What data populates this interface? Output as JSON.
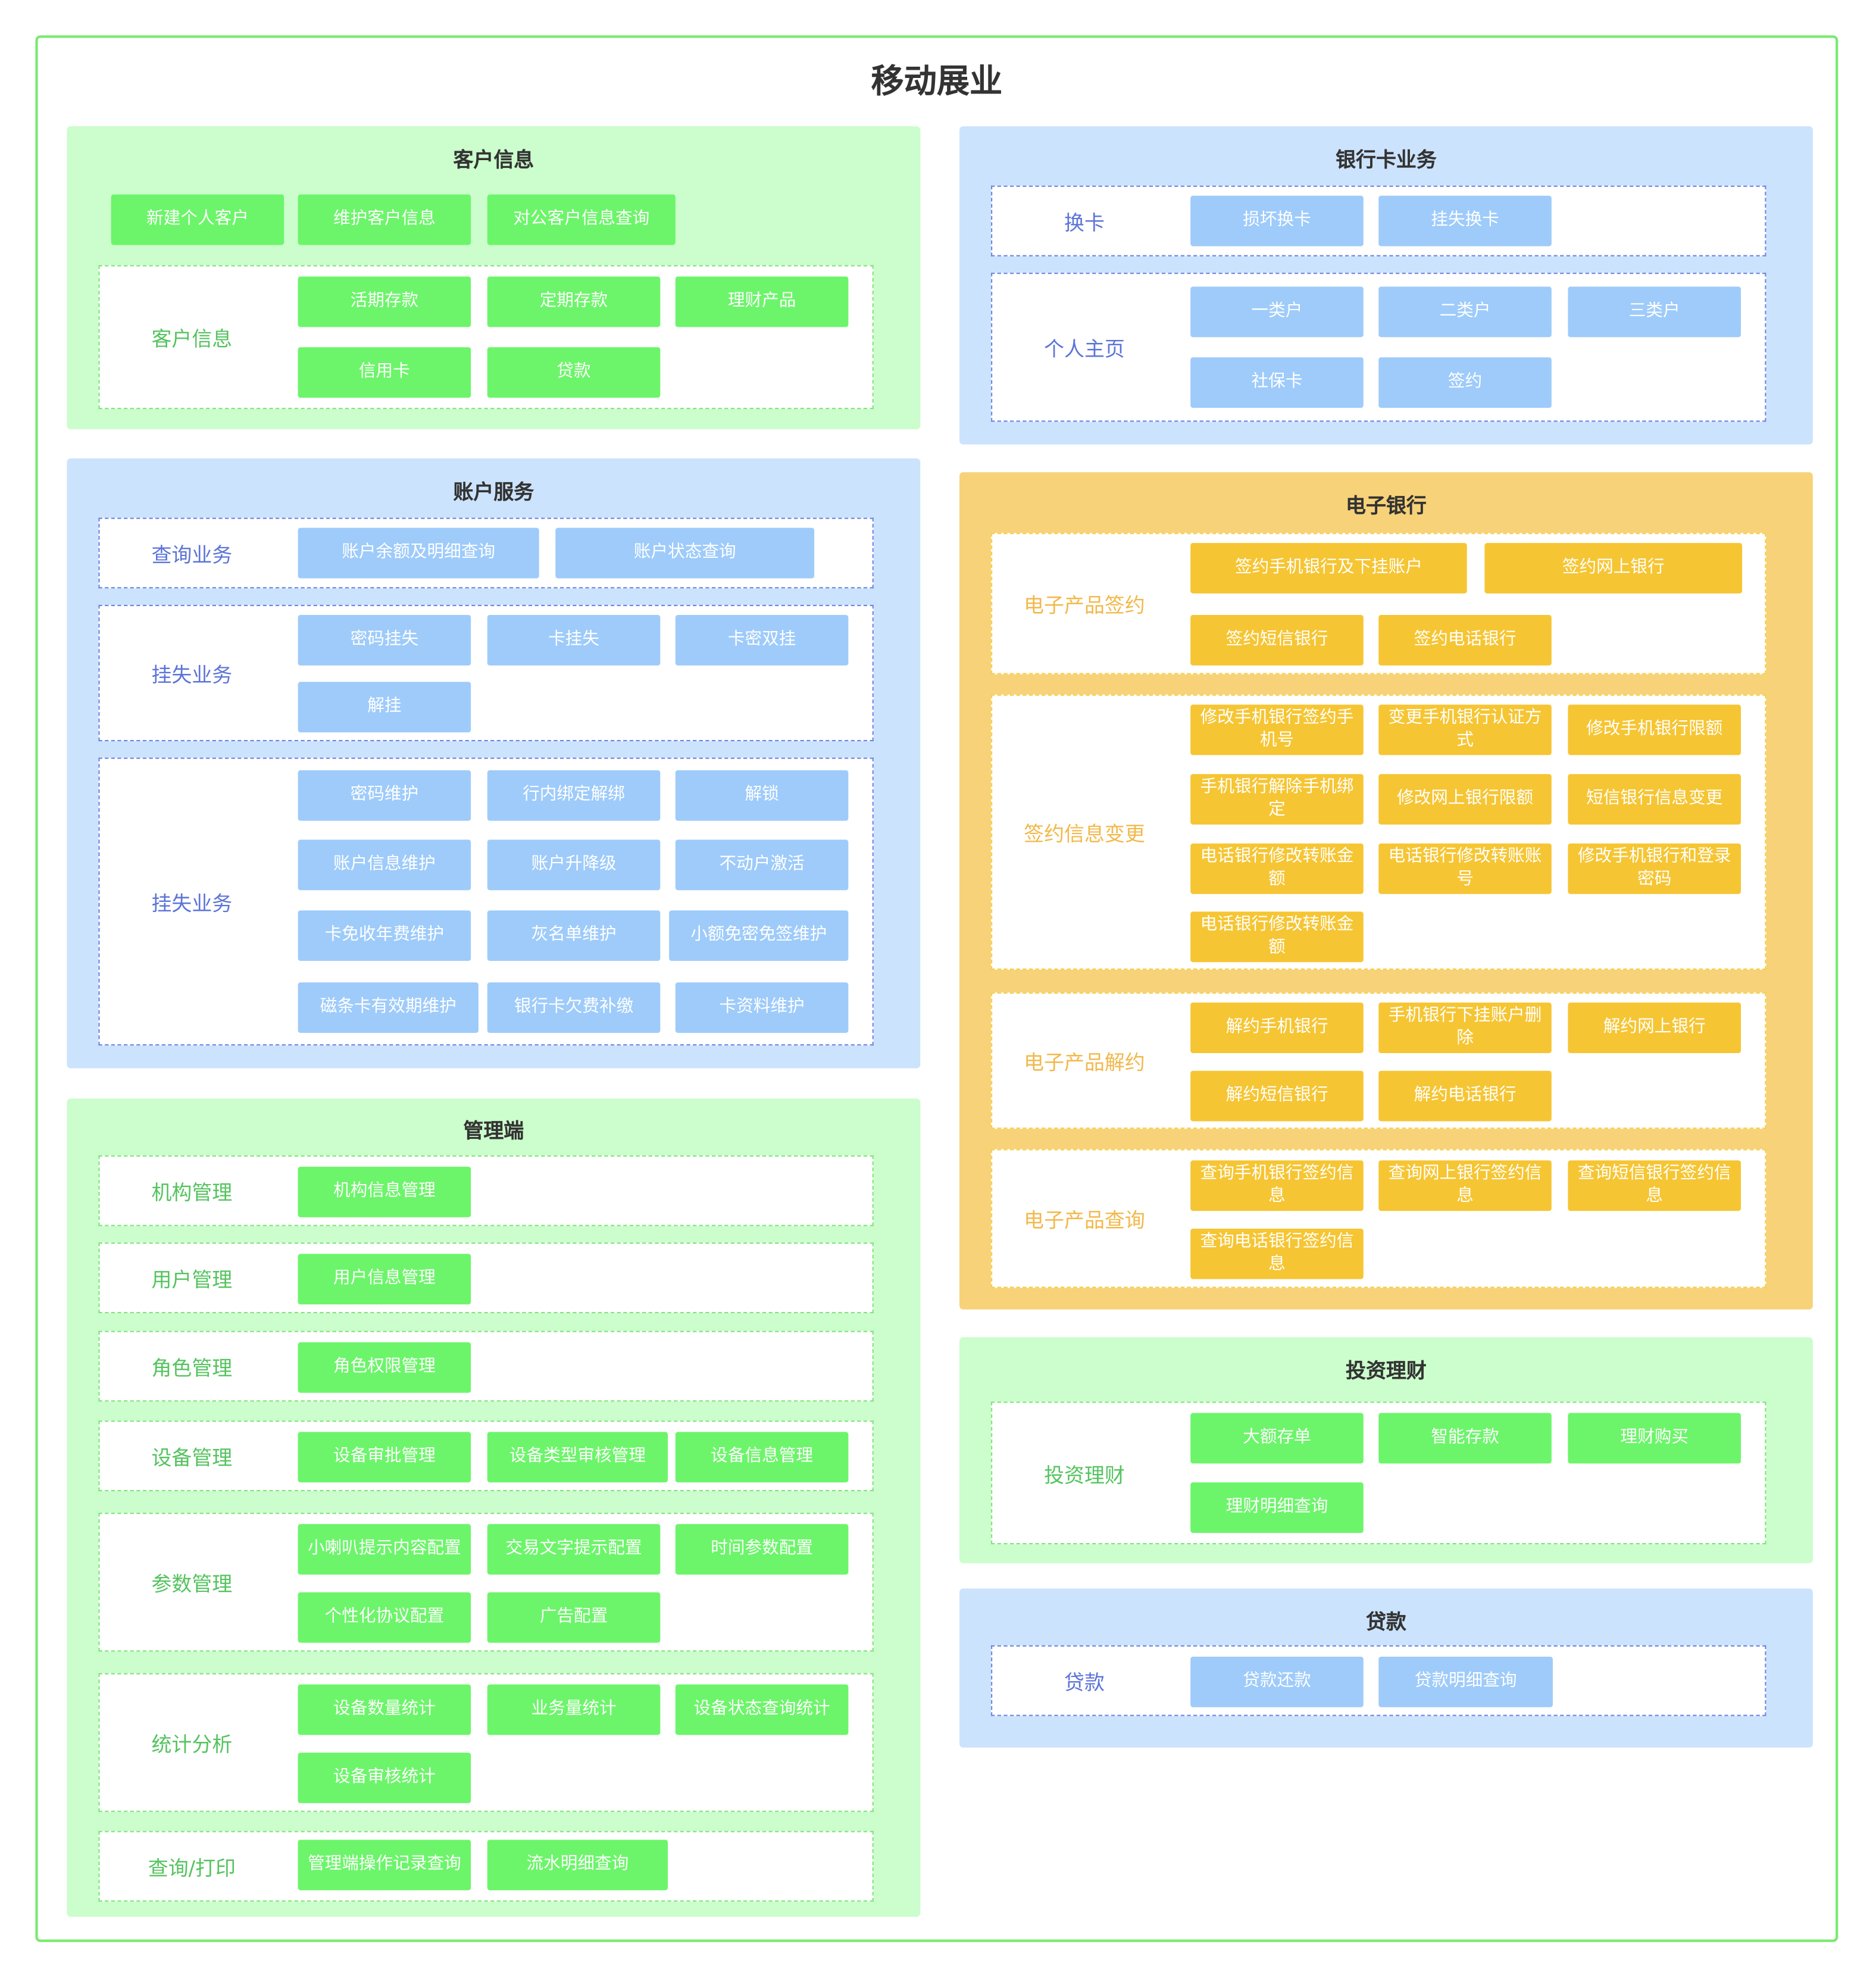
{
  "title": "移动展业",
  "colors": {
    "outer_border": "#7aea6f",
    "green_panel": "#ccfdcc",
    "blue_panel": "#cce3fd",
    "yellow_panel": "#f7d278",
    "green_box": "#6cf56a",
    "blue_box": "#9ecbfa",
    "yellow_box": "#f6c533"
  },
  "panels": [
    {
      "title": "客户信息",
      "theme": "g",
      "top_items": [
        "新建个人客户",
        "维护客户信息",
        "对公客户信息查询"
      ],
      "groups": [
        {
          "label": "客户信息",
          "items": [
            "活期存款",
            "定期存款",
            "理财产品",
            "信用卡",
            "贷款"
          ]
        }
      ]
    },
    {
      "title": "账户服务",
      "theme": "b",
      "groups": [
        {
          "label": "查询业务",
          "items": [
            "账户余额及明细查询",
            "账户状态查询"
          ]
        },
        {
          "label": "挂失业务",
          "items": [
            "密码挂失",
            "卡挂失",
            "卡密双挂",
            "解挂"
          ]
        },
        {
          "label": "挂失业务",
          "items": [
            "密码维护",
            "行内绑定解绑",
            "解锁",
            "账户信息维护",
            "账户升降级",
            "不动户激活",
            "卡免收年费维护",
            "灰名单维护",
            "小额免密免签维护",
            "磁条卡有效期维护",
            "银行卡欠费补缴",
            "卡资料维护"
          ]
        }
      ]
    },
    {
      "title": "管理端",
      "theme": "g",
      "groups": [
        {
          "label": "机构管理",
          "items": [
            "机构信息管理"
          ]
        },
        {
          "label": "用户管理",
          "items": [
            "用户信息管理"
          ]
        },
        {
          "label": "角色管理",
          "items": [
            "角色权限管理"
          ]
        },
        {
          "label": "设备管理",
          "items": [
            "设备审批管理",
            "设备类型审核管理",
            "设备信息管理"
          ]
        },
        {
          "label": "参数管理",
          "items": [
            "小喇叭提示内容配置",
            "交易文字提示配置",
            "时间参数配置",
            "个性化协议配置",
            "广告配置"
          ]
        },
        {
          "label": "统计分析",
          "items": [
            "设备数量统计",
            "业务量统计",
            "设备状态查询统计",
            "设备审核统计"
          ]
        },
        {
          "label": "查询/打印",
          "items": [
            "管理端操作记录查询",
            "流水明细查询"
          ]
        }
      ]
    },
    {
      "title": "银行卡业务",
      "theme": "b",
      "groups": [
        {
          "label": "换卡",
          "items": [
            "损坏换卡",
            "挂失换卡"
          ]
        },
        {
          "label": "个人主页",
          "items": [
            "一类户",
            "二类户",
            "三类户",
            "社保卡",
            "签约"
          ]
        }
      ]
    },
    {
      "title": "电子银行",
      "theme": "y",
      "groups": [
        {
          "label": "电子产品签约",
          "items": [
            "签约手机银行及下挂账户",
            "签约网上银行",
            "签约短信银行",
            "签约电话银行"
          ]
        },
        {
          "label": "签约信息变更",
          "items": [
            "修改手机银行签约手机号",
            "变更手机银行认证方式",
            "修改手机银行限额",
            "手机银行解除手机绑定",
            "修改网上银行限额",
            "短信银行信息变更",
            "电话银行修改转账金额",
            "电话银行修改转账账号",
            "修改手机银行和登录密码",
            "电话银行修改转账金额"
          ]
        },
        {
          "label": "电子产品解约",
          "items": [
            "解约手机银行",
            "手机银行下挂账户删除",
            "解约网上银行",
            "解约短信银行",
            "解约电话银行"
          ]
        },
        {
          "label": "电子产品查询",
          "items": [
            "查询手机银行签约信息",
            "查询网上银行签约信息",
            "查询短信银行签约信息",
            "查询电话银行签约信息"
          ]
        }
      ]
    },
    {
      "title": "投资理财",
      "theme": "g",
      "groups": [
        {
          "label": "投资理财",
          "items": [
            "大额存单",
            "智能存款",
            "理财购买",
            "理财明细查询"
          ]
        }
      ]
    },
    {
      "title": "贷款",
      "theme": "b",
      "groups": [
        {
          "label": "贷款",
          "items": [
            "贷款还款",
            "贷款明细查询"
          ]
        }
      ]
    }
  ]
}
